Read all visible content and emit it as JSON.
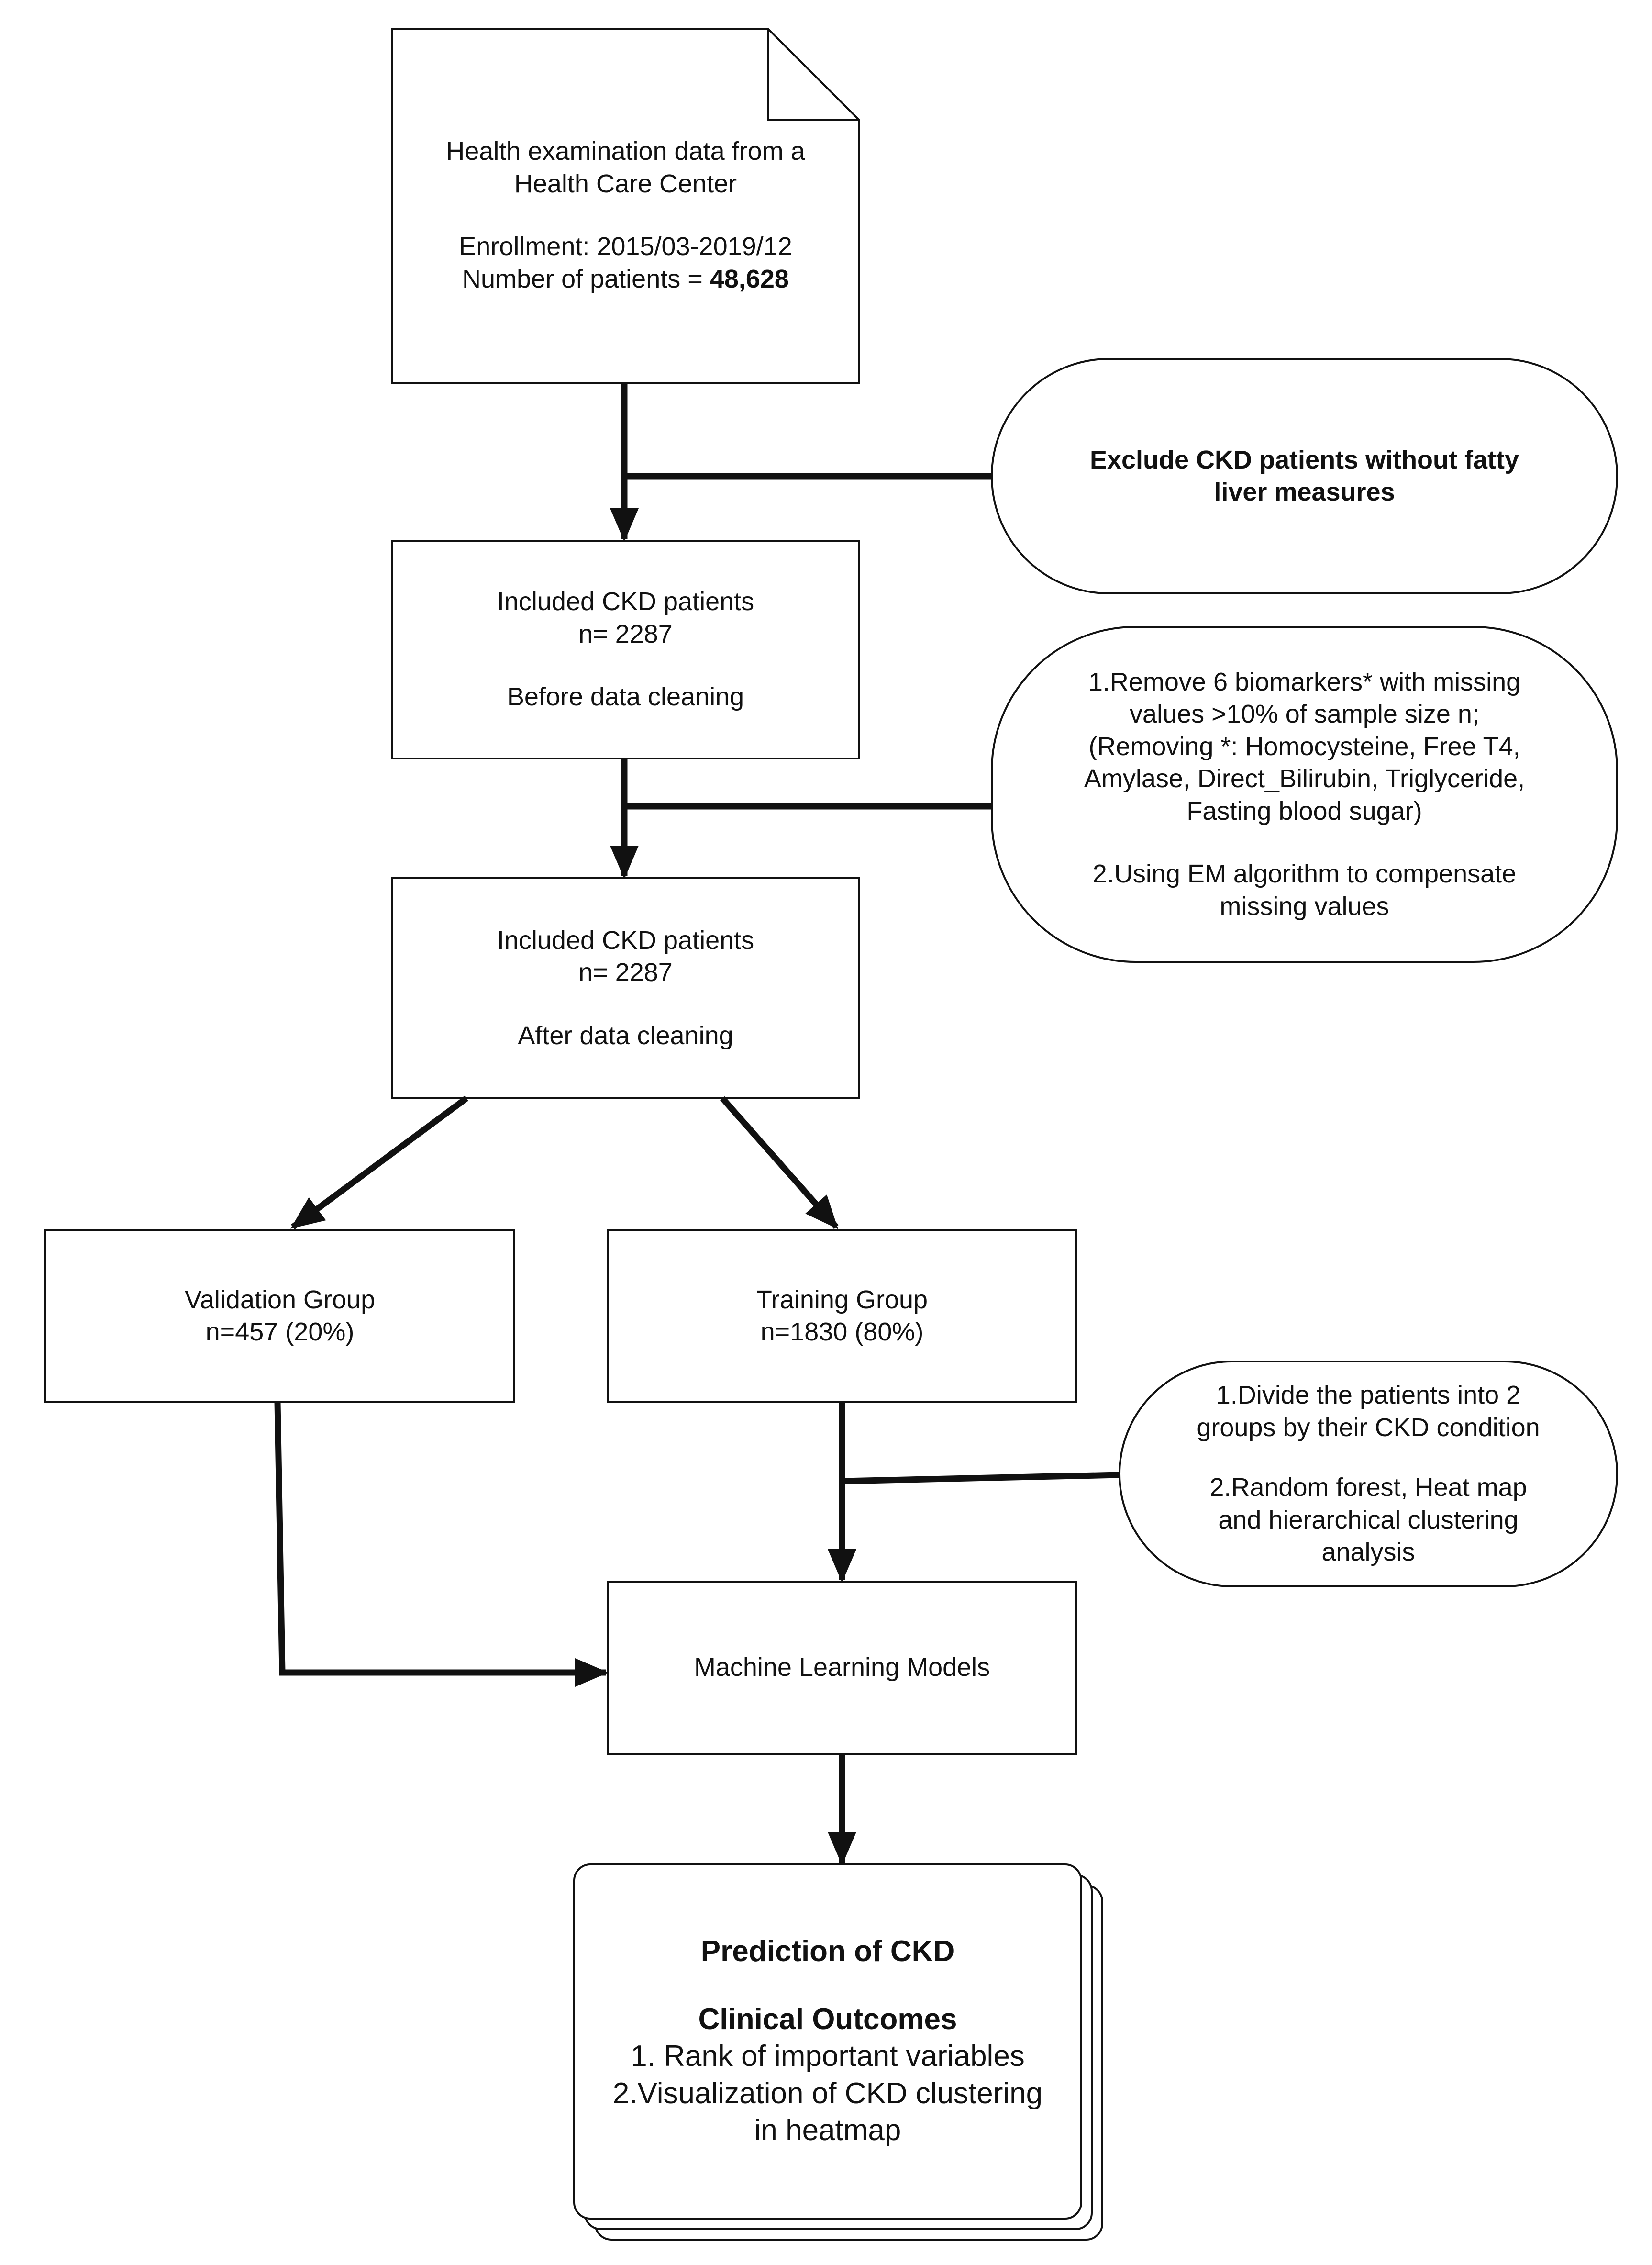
{
  "source_box": {
    "line1": "Health examination data from a",
    "line2": "Health Care Center",
    "enrollment": "Enrollment: 2015/03-2019/12",
    "patients_prefix": "Number of patients = ",
    "patients_value": "48,628"
  },
  "exclude_note": {
    "line1": "Exclude CKD patients without fatty",
    "line2": "liver measures"
  },
  "included_before": {
    "line1": "Included CKD patients",
    "line2": "n= 2287",
    "line3": "Before data cleaning"
  },
  "cleaning_note": {
    "line1": "1.Remove 6 biomarkers* with missing",
    "line2": "values >10% of sample size n;",
    "line3": "(Removing *: Homocysteine, Free T4,",
    "line4": "Amylase, Direct_Bilirubin, Triglyceride,",
    "line5": "Fasting blood sugar)",
    "line6": "2.Using EM algorithm to compensate",
    "line7": "missing values"
  },
  "included_after": {
    "line1": "Included CKD patients",
    "line2": "n= 2287",
    "line3": "After data cleaning"
  },
  "validation_group": {
    "line1": "Validation Group",
    "line2": "n=457 (20%)"
  },
  "training_group": {
    "line1": "Training Group",
    "line2": "n=1830 (80%)"
  },
  "training_note": {
    "line1": "1.Divide the patients into 2",
    "line2": "groups by their CKD condition",
    "line3": "2.Random forest, Heat map",
    "line4": "and hierarchical clustering",
    "line5": "analysis"
  },
  "ml_models": {
    "label": "Machine Learning Models"
  },
  "outcomes": {
    "title": "Prediction of CKD",
    "subtitle": "Clinical Outcomes",
    "item1": "1. Rank of important variables",
    "item2": "2.Visualization of CKD clustering",
    "item3": "in heatmap"
  },
  "colors": {
    "stroke": "#111111",
    "background": "#ffffff"
  }
}
